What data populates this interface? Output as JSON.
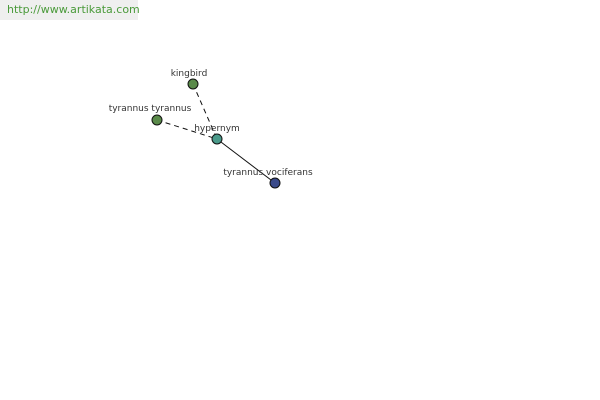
{
  "banner": {
    "url_text": "http://www.artikata.com"
  },
  "graph": {
    "nodes": {
      "kingbird": {
        "label": "kingbird",
        "color": "#5a8a4a"
      },
      "tyrannus_tyrannus": {
        "label": "tyrannus tyrannus",
        "color": "#5a8a4a"
      },
      "hypernym": {
        "label": "hypernym",
        "color": "#4a9a8a"
      },
      "tyrannus_vociferans": {
        "label": "tyrannus vociferans",
        "color": "#3a4a8a"
      }
    },
    "edges": [
      {
        "from": "kingbird",
        "to": "hypernym",
        "style": "dashed"
      },
      {
        "from": "tyrannus_tyrannus",
        "to": "hypernym",
        "style": "dashed"
      },
      {
        "from": "hypernym",
        "to": "tyrannus_vociferans",
        "style": "solid"
      }
    ],
    "colors": {
      "banner_text": "#4a9a3a",
      "banner_bg": "#efefef",
      "edge": "#111111"
    }
  }
}
